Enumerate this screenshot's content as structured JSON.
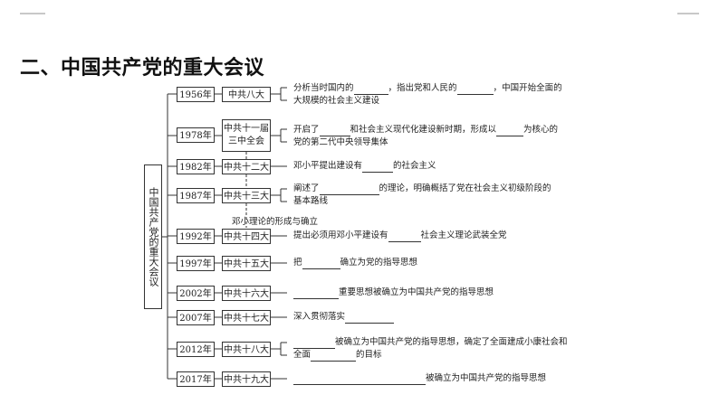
{
  "title": "二、中国共产党的重大会议",
  "vertical_label": "中国共产党的重大会议",
  "meetings": [
    {
      "year": "1956年",
      "name": "中共八大",
      "desc": [
        "分析当时国内的",
        "指出党和人民的",
        "中国开始全面的",
        "大规模的社会主义建设"
      ]
    },
    {
      "year": "1978年",
      "name_line1": "中共十一届",
      "name_line2": "三中全会",
      "desc": [
        "开启了",
        "和社会主义现代化建设新时期，形成以",
        "为核心的",
        "党的第二代中央领导集体"
      ]
    },
    {
      "year": "1982年",
      "name": "中共十二大",
      "desc": [
        "邓小平提出建设有",
        "的社会主义"
      ]
    },
    {
      "year": "1987年",
      "name": "中共十三大",
      "desc": [
        "阐述了",
        "的理论，明确概括了党在社会主义初级阶段的",
        "基本路线"
      ]
    },
    {
      "year": "1992年",
      "name": "中共十四大",
      "desc": [
        "提出必须用邓小平建设有",
        "社会主义理论武装全党"
      ]
    },
    {
      "year": "1997年",
      "name": "中共十五大",
      "desc": [
        "把",
        "确立为党的指导思想"
      ]
    },
    {
      "year": "2002年",
      "name": "中共十六大",
      "desc": [
        "重要思想被确立为中国共产党的指导思想"
      ]
    },
    {
      "year": "2007年",
      "name": "中共十七大",
      "desc": [
        "深入贯彻落实"
      ]
    },
    {
      "year": "2012年",
      "name": "中共十八大",
      "desc": [
        "被确立为中国共产党的指导思想，确定了全面建成小康社会和",
        "全面",
        "的目标"
      ]
    },
    {
      "year": "2017年",
      "name": "中共十九大",
      "desc": [
        "被确立为中国共产党的指导思想"
      ]
    }
  ],
  "deng_label": "邓小理论的形成与确立"
}
